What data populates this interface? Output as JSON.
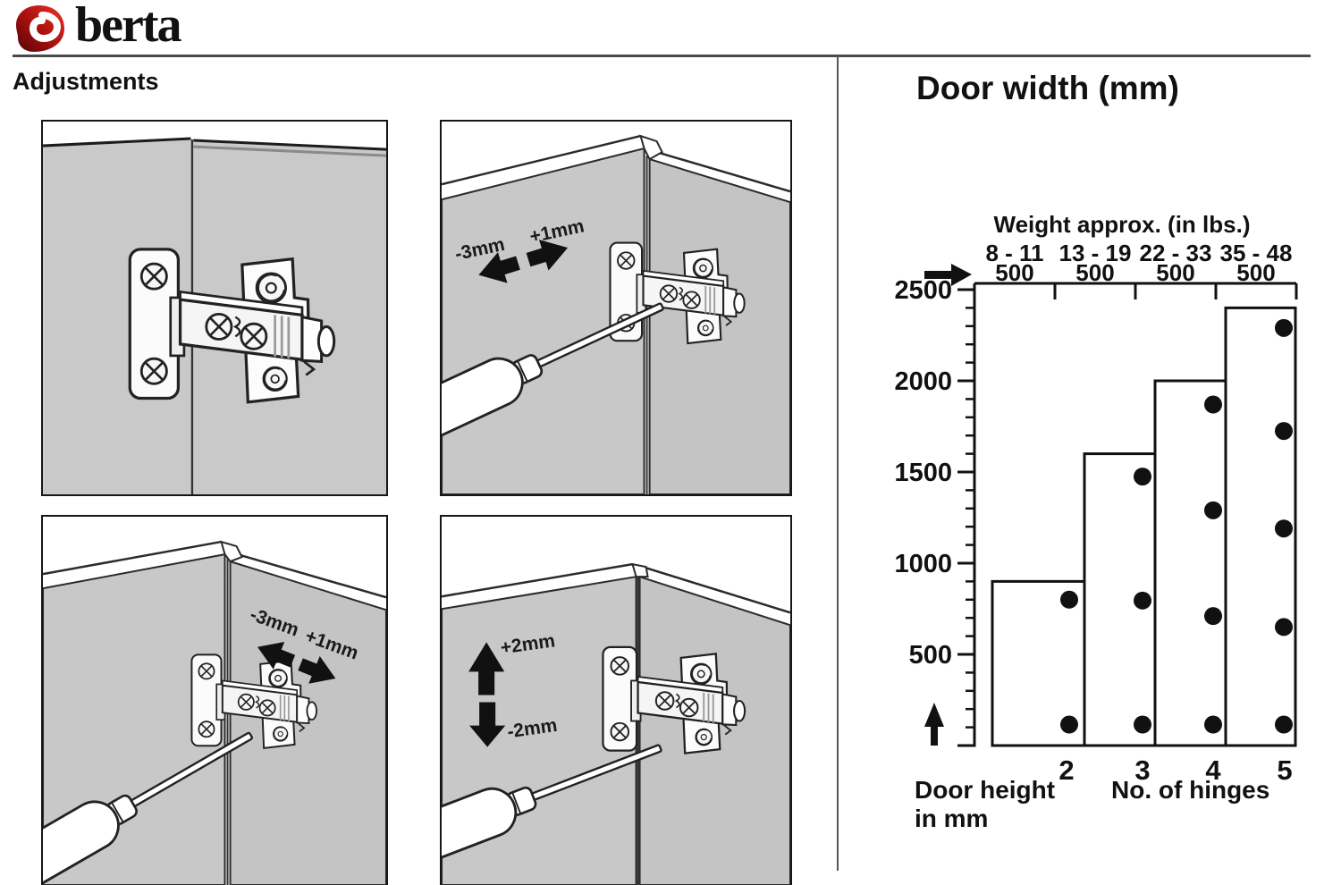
{
  "brand": {
    "name": "berta"
  },
  "page": {
    "section_title": "Adjustments"
  },
  "panels": {
    "top_right": {
      "labels": [
        {
          "text": "-3mm"
        },
        {
          "text": "+1mm"
        }
      ]
    },
    "bottom_left": {
      "labels": [
        {
          "text": "-3mm"
        },
        {
          "text": "+1mm"
        }
      ]
    },
    "bottom_right": {
      "labels": [
        {
          "text": "+2mm"
        },
        {
          "text": "-2mm"
        }
      ]
    }
  },
  "chart_data": {
    "type": "bar",
    "title": "Door width (mm)",
    "top_axis": {
      "title": "Weight approx. (in lbs.)",
      "segment_labels": [
        "8 - 11",
        "13 - 19",
        "22 - 33",
        "35 - 48"
      ],
      "segment_widths": [
        "500",
        "500",
        "500",
        "500"
      ]
    },
    "categories": [
      "2",
      "3",
      "4",
      "5"
    ],
    "values": [
      900,
      1600,
      2000,
      2400
    ],
    "hinge_positions_mm": [
      [
        800,
        115
      ],
      [
        1475,
        795,
        115
      ],
      [
        1870,
        1290,
        710,
        115
      ],
      [
        2290,
        1725,
        1190,
        650,
        115
      ]
    ],
    "xlabel": "No. of hinges",
    "ylabel_lines": [
      "Door height",
      "in mm"
    ],
    "ylim": [
      0,
      2500
    ],
    "ytick_step": 500,
    "yminor_step": 100,
    "grid": false,
    "legend_position": "none",
    "bar_fill": "#ffffff",
    "dot_color": "#111111"
  },
  "colors": {
    "accent_red": "#b61615",
    "panel_gray": "#c8c8c8",
    "line": "#1a1a1a"
  }
}
